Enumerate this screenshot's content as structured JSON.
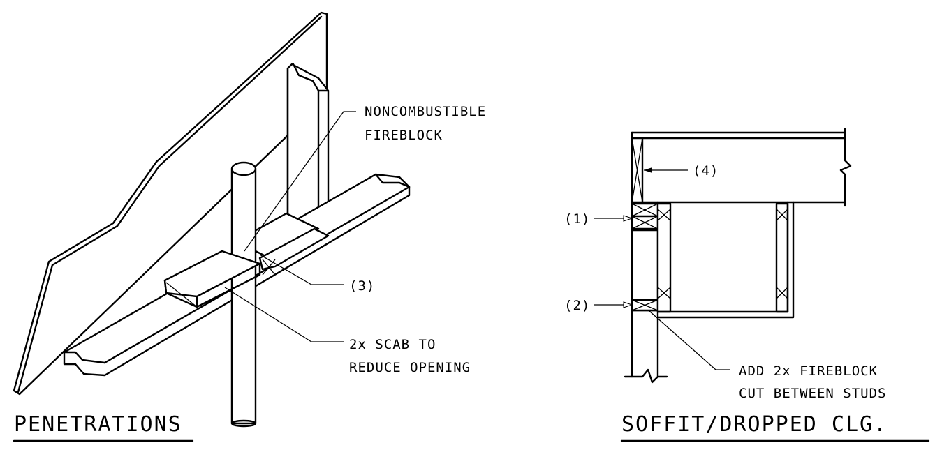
{
  "left_detail": {
    "title": "PENETRATIONS",
    "callouts": {
      "noncombustible_line1": "NONCOMBUSTIBLE",
      "noncombustible_line2": "FIREBLOCK",
      "ref3": "(3)",
      "scab_line1": "2x SCAB TO",
      "scab_line2": "REDUCE OPENING"
    }
  },
  "right_detail": {
    "title": "SOFFIT/DROPPED CLG.",
    "callouts": {
      "ref1": "(1)",
      "ref2": "(2)",
      "ref4": "(4)",
      "fireblock_line1": "ADD 2x FIREBLOCK",
      "fireblock_line2": "CUT BETWEEN STUDS"
    }
  }
}
